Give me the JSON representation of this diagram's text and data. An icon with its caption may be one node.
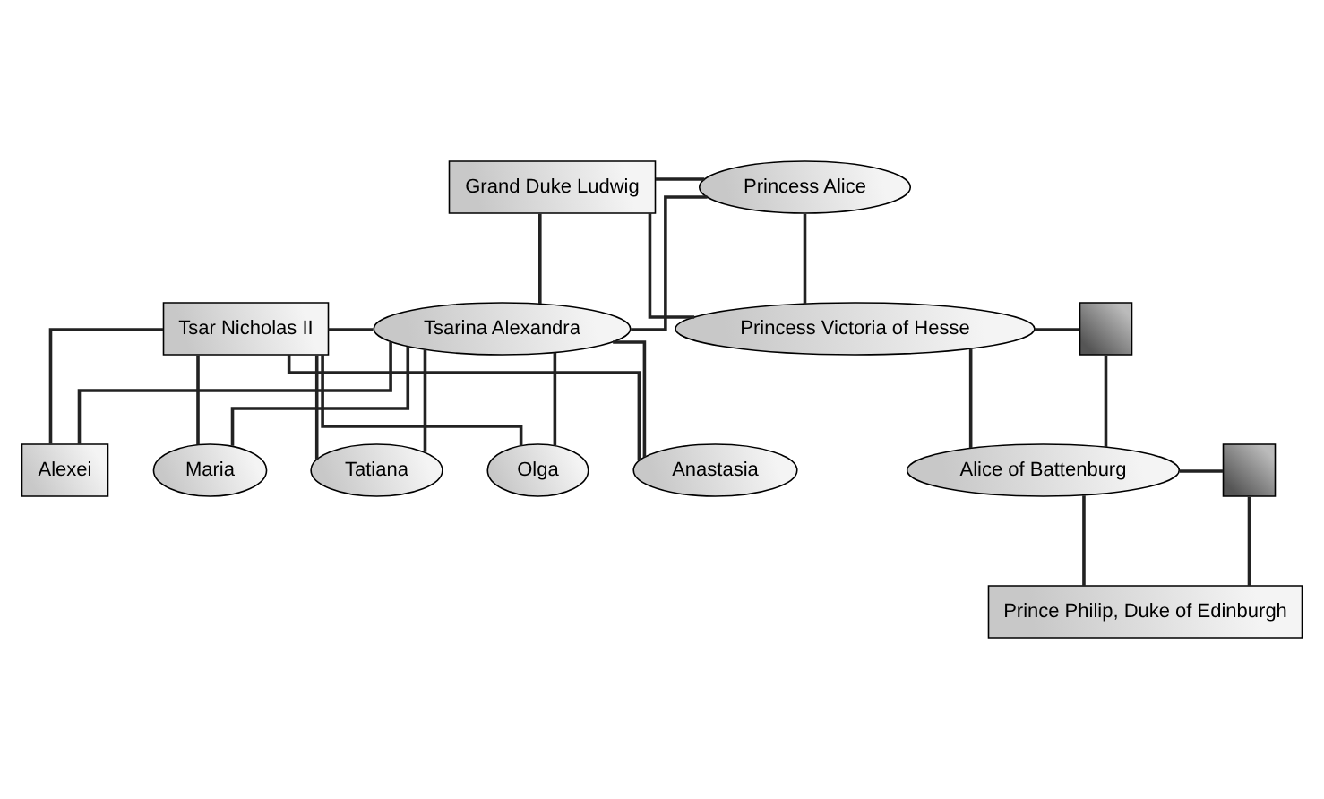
{
  "diagram": {
    "nodes": [
      {
        "text": [
          "Grand Duke Ludwig"
        ]
      },
      {
        "text": [
          "Princess Alice"
        ]
      },
      {
        "text": [
          "Tsar Nicholas II"
        ]
      },
      {
        "text": [
          "Tsarina Alexandra"
        ]
      },
      {
        "text": [
          "Princess Victoria of Hesse"
        ]
      },
      {
        "text": [],
        "shape": "box"
      },
      {
        "text": [
          "Alexei"
        ]
      },
      {
        "text": [
          "Maria"
        ]
      },
      {
        "text": [
          "Tatiana"
        ]
      },
      {
        "text": [
          "Olga"
        ]
      },
      {
        "text": [
          "Anastasia"
        ]
      },
      {
        "text": [
          "Alice of Battenburg"
        ]
      },
      {
        "text": [],
        "shape": "box"
      },
      {
        "text": [
          "Prince Philip, Duke of Edinburgh"
        ]
      }
    ],
    "edges": [
      {
        "from": 0,
        "to": 1,
        "arrow": "none"
      },
      {
        "from": 0,
        "to": 3,
        "arrow": "none"
      },
      {
        "from": 1,
        "to": 3,
        "arrow": "none"
      },
      {
        "from": 0,
        "to": 4,
        "arrow": "none"
      },
      {
        "from": 1,
        "to": 4,
        "arrow": "none"
      },
      {
        "from": 2,
        "to": 3,
        "arrow": "none"
      },
      {
        "from": 4,
        "to": 5,
        "arrow": "none"
      },
      {
        "from": 2,
        "to": 6,
        "arrow": "none"
      },
      {
        "from": 3,
        "to": 6,
        "arrow": "none"
      },
      {
        "from": 2,
        "to": 7,
        "arrow": "none"
      },
      {
        "from": 3,
        "to": 7,
        "arrow": "none"
      },
      {
        "from": 2,
        "to": 8,
        "arrow": "none"
      },
      {
        "from": 3,
        "to": 8,
        "arrow": "none"
      },
      {
        "from": 2,
        "to": 9,
        "arrow": "none"
      },
      {
        "from": 3,
        "to": 9,
        "arrow": "none"
      },
      {
        "from": 2,
        "to": 10,
        "arrow": "none"
      },
      {
        "from": 3,
        "to": 10,
        "arrow": "none"
      },
      {
        "from": 4,
        "to": 11,
        "arrow": "none"
      },
      {
        "from": 5,
        "to": 11,
        "arrow": "none"
      },
      {
        "from": 11,
        "to": 12,
        "arrow": "none"
      },
      {
        "from": 11,
        "to": 13,
        "arrow": "none"
      },
      {
        "from": 12,
        "to": 13,
        "arrow": "none"
      }
    ]
  }
}
